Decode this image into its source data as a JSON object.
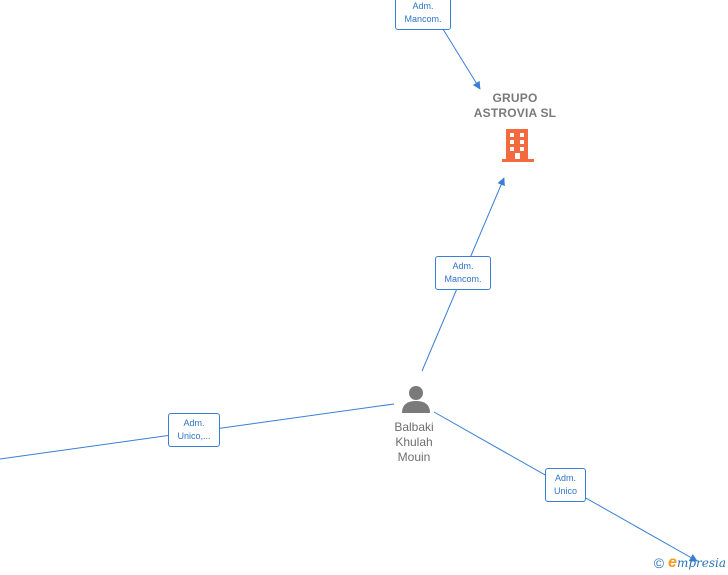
{
  "nodes": {
    "company": {
      "name_line1": "GRUPO",
      "name_line2": "ASTROVIA  SL",
      "icon": "building-icon",
      "color": "#f26a3d"
    },
    "person": {
      "name_line1": "Balbaki",
      "name_line2": "Khulah",
      "name_line3": "Mouin",
      "icon": "person-icon",
      "color": "#7a7a7a"
    }
  },
  "edges": {
    "top": {
      "line1": "Adm.",
      "line2": "Mancom."
    },
    "middle": {
      "line1": "Adm.",
      "line2": "Mancom."
    },
    "left": {
      "line1": "Adm.",
      "line2": "Unico,..."
    },
    "right": {
      "line1": "Adm.",
      "line2": "Unico"
    }
  },
  "colors": {
    "edge": "#3a7fd5",
    "label_text": "#2f74c9"
  },
  "brand": {
    "copyright": "©",
    "e": "e",
    "name": "mpresia"
  }
}
